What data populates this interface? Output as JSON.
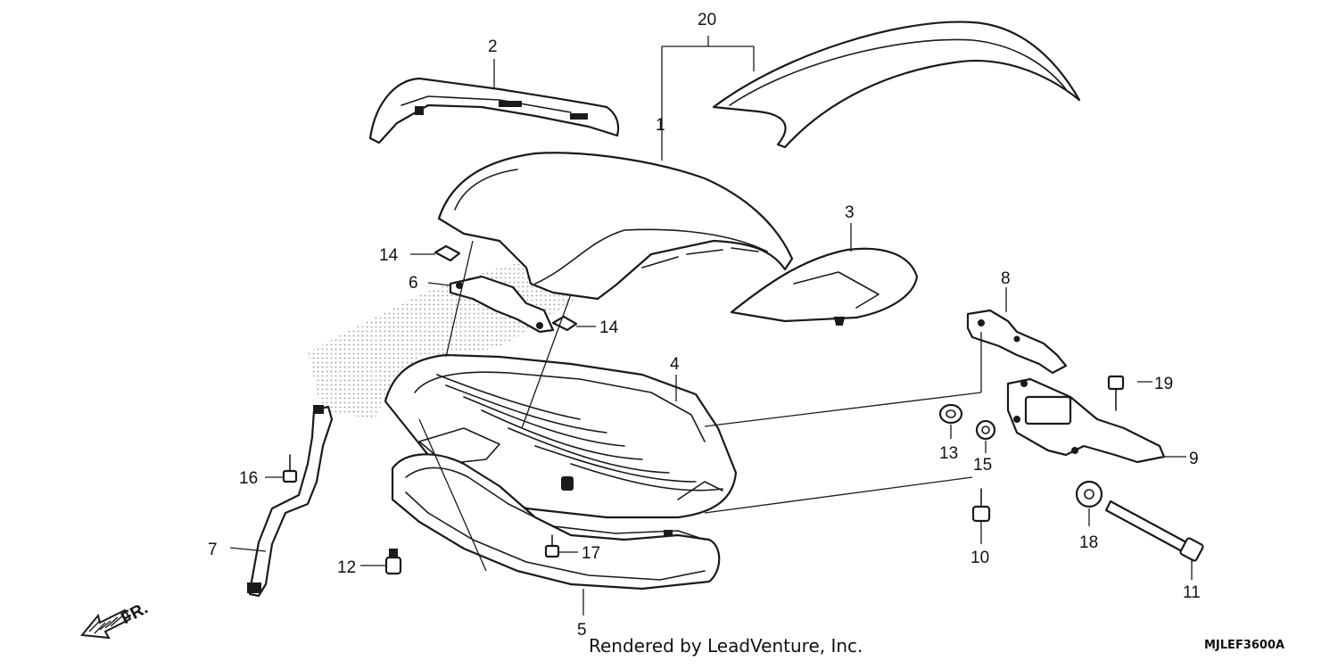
{
  "diagram": {
    "callouts": {
      "c1": "1",
      "c2": "2",
      "c3": "3",
      "c4": "4",
      "c5": "5",
      "c6": "6",
      "c7": "7",
      "c8": "8",
      "c9": "9",
      "c10": "10",
      "c11": "11",
      "c12": "12",
      "c13": "13",
      "c14a": "14",
      "c14b": "14",
      "c15": "15",
      "c16": "16",
      "c17": "17",
      "c18": "18",
      "c19": "19",
      "c20": "20"
    },
    "front_indicator": "FR.",
    "footer": {
      "credit": "Rendered by LeadVenture, Inc.",
      "code": "MJLEF3600A"
    }
  }
}
